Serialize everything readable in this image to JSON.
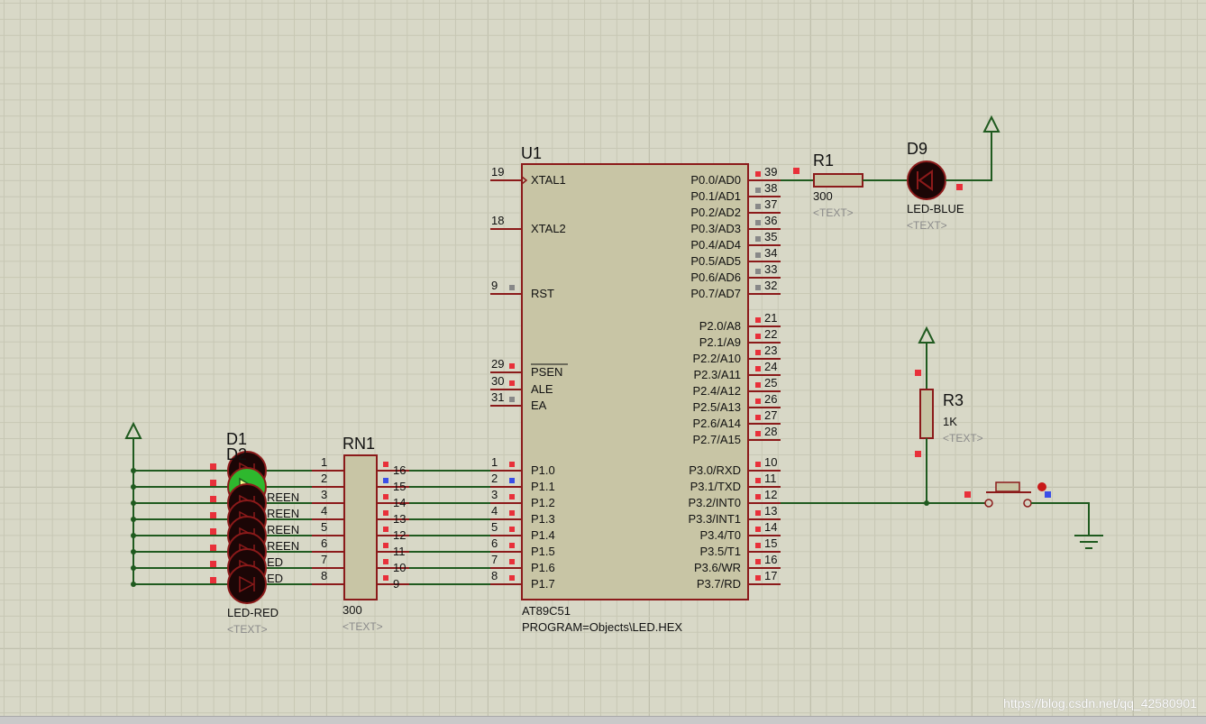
{
  "mcu": {
    "ref": "U1",
    "part": "AT89C51",
    "program": "PROGRAM=Objects\\LED.HEX",
    "left_pins": [
      {
        "num": "19",
        "name": "XTAL1"
      },
      {
        "num": "18",
        "name": "XTAL2"
      },
      {
        "num": "9",
        "name": "RST"
      },
      {
        "num": "29",
        "name": "PSEN"
      },
      {
        "num": "30",
        "name": "ALE"
      },
      {
        "num": "31",
        "name": "EA"
      },
      {
        "num": "1",
        "name": "P1.0"
      },
      {
        "num": "2",
        "name": "P1.1"
      },
      {
        "num": "3",
        "name": "P1.2"
      },
      {
        "num": "4",
        "name": "P1.3"
      },
      {
        "num": "5",
        "name": "P1.4"
      },
      {
        "num": "6",
        "name": "P1.5"
      },
      {
        "num": "7",
        "name": "P1.6"
      },
      {
        "num": "8",
        "name": "P1.7"
      }
    ],
    "right_pins": [
      {
        "num": "39",
        "name": "P0.0/AD0"
      },
      {
        "num": "38",
        "name": "P0.1/AD1"
      },
      {
        "num": "37",
        "name": "P0.2/AD2"
      },
      {
        "num": "36",
        "name": "P0.3/AD3"
      },
      {
        "num": "35",
        "name": "P0.4/AD4"
      },
      {
        "num": "34",
        "name": "P0.5/AD5"
      },
      {
        "num": "33",
        "name": "P0.6/AD6"
      },
      {
        "num": "32",
        "name": "P0.7/AD7"
      },
      {
        "num": "21",
        "name": "P2.0/A8"
      },
      {
        "num": "22",
        "name": "P2.1/A9"
      },
      {
        "num": "23",
        "name": "P2.2/A10"
      },
      {
        "num": "24",
        "name": "P2.3/A11"
      },
      {
        "num": "25",
        "name": "P2.4/A12"
      },
      {
        "num": "26",
        "name": "P2.5/A13"
      },
      {
        "num": "27",
        "name": "P2.6/A14"
      },
      {
        "num": "28",
        "name": "P2.7/A15"
      },
      {
        "num": "10",
        "name": "P3.0/RXD"
      },
      {
        "num": "11",
        "name": "P3.1/TXD"
      },
      {
        "num": "12",
        "name": "P3.2/INT0"
      },
      {
        "num": "13",
        "name": "P3.3/INT1"
      },
      {
        "num": "14",
        "name": "P3.4/T0"
      },
      {
        "num": "15",
        "name": "P3.5/T1"
      },
      {
        "num": "16",
        "name": "P3.6/WR"
      },
      {
        "num": "17",
        "name": "P3.7/RD"
      }
    ]
  },
  "rn1": {
    "ref": "RN1",
    "value": "300",
    "text": "<TEXT>",
    "left_pins": [
      "1",
      "2",
      "3",
      "4",
      "5",
      "6",
      "7",
      "8"
    ],
    "right_pins": [
      "16",
      "15",
      "14",
      "13",
      "12",
      "11",
      "10",
      "9"
    ]
  },
  "r1": {
    "ref": "R1",
    "value": "300",
    "text": "<TEXT>"
  },
  "d9": {
    "ref": "D9",
    "part": "LED-BLUE",
    "text": "<TEXT>"
  },
  "r3": {
    "ref": "R3",
    "value": "1K",
    "text": "<TEXT>"
  },
  "leds": {
    "ref_top": "D1",
    "ref_second": "D2",
    "labels": [
      "REEN",
      "REEN",
      "REEN",
      "REEN",
      "ED",
      "ED",
      "ED",
      "LED-RED"
    ],
    "part": "LED-RED",
    "text": "<TEXT>"
  },
  "watermark": "https://blog.csdn.net/qq_42580901",
  "colors": {
    "wire": "#1f5a1f",
    "component_outline": "#8b1a1a",
    "component_fill": "#c8c5a5",
    "pin_marker_red": "#e8303a",
    "pin_marker_blue": "#3a4ee8",
    "led_active": "#2eb82e",
    "grid_background": "#d8d8c7"
  }
}
